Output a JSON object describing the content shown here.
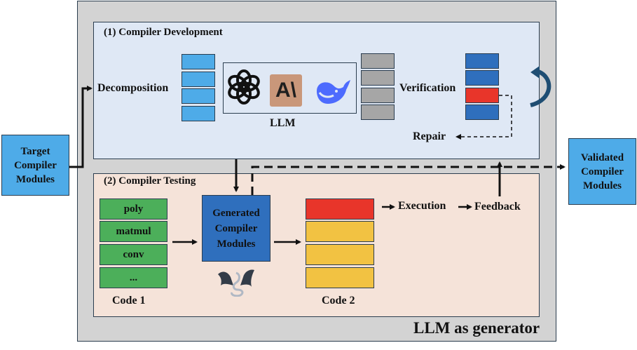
{
  "diagram": {
    "frame_label": "LLM as generator",
    "input_box": {
      "lines": [
        "Target",
        "Compiler",
        "Modules"
      ]
    },
    "output_box": {
      "lines": [
        "Validated",
        "Compiler",
        "Modules"
      ]
    },
    "development": {
      "title": "(1) Compiler Development",
      "decomposition_label": "Decomposition",
      "llm_label": "LLM",
      "llm_logos": [
        "openai-logo",
        "anthropic-logo",
        "deepseek-logo"
      ],
      "anthropic_logo_text": "A\\",
      "verification_label": "Verification",
      "repair_label": "Repair",
      "decomposition_blocks": [
        "#4eabe8",
        "#4eabe8",
        "#4eabe8",
        "#4eabe8"
      ],
      "llm_output_blocks": [
        "#a6a6a6",
        "#a6a6a6",
        "#a6a6a6",
        "#a6a6a6"
      ],
      "verification_blocks": [
        "#2f6fbd",
        "#2f6fbd",
        "#e8352a",
        "#2f6fbd"
      ]
    },
    "testing": {
      "title": "(2) Compiler Testing",
      "code1_items": [
        "poly",
        "matmul",
        "conv",
        "..."
      ],
      "code1_label": "Code 1",
      "generated_box": {
        "lines": [
          "Generated",
          "Compiler",
          "Modules"
        ]
      },
      "code2_blocks": [
        "#e8352a",
        "#f2c242",
        "#f2c242",
        "#f2c242"
      ],
      "code2_label": "Code 2",
      "execution_label": "Execution",
      "feedback_label": "Feedback"
    }
  }
}
